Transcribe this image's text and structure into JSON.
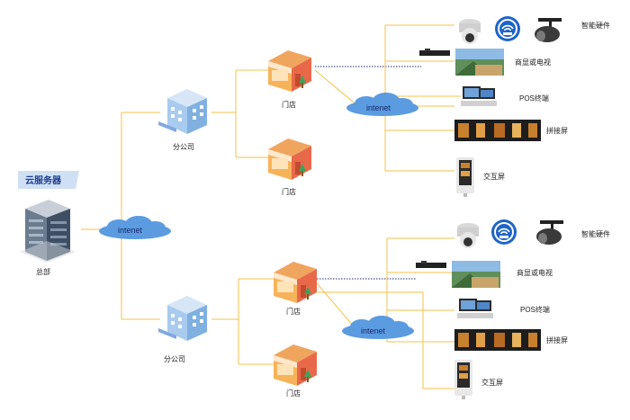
{
  "server": {
    "banner": "云服务器",
    "hq_label": "总部"
  },
  "branches": [
    {
      "label": "分公司",
      "cloud": "intenet",
      "stores": [
        {
          "label": "门店"
        },
        {
          "label": "门店"
        }
      ],
      "devices": {
        "smart_hw": "智能硬件",
        "signage": "商显或电视",
        "pos": "POS终端",
        "splice": "拼接屏",
        "kiosk": "交互屏"
      }
    },
    {
      "label": "分公司",
      "cloud": "intenet",
      "stores": [
        {
          "label": "门店"
        },
        {
          "label": "门店"
        }
      ],
      "devices": {
        "smart_hw": "智能硬件",
        "signage": "商显或电视",
        "pos": "POS终端",
        "splice": "拼接屏",
        "kiosk": "交互屏"
      }
    }
  ],
  "main_cloud": "intenet",
  "colors": {
    "line": "#f5c24a",
    "cloud": "#5b9be0",
    "banner": "#cfe0f5",
    "store_roof": "#e8694a",
    "store_body": "#f7b35a",
    "branch_body": "#a8cbee",
    "router": "#1f64c8"
  }
}
